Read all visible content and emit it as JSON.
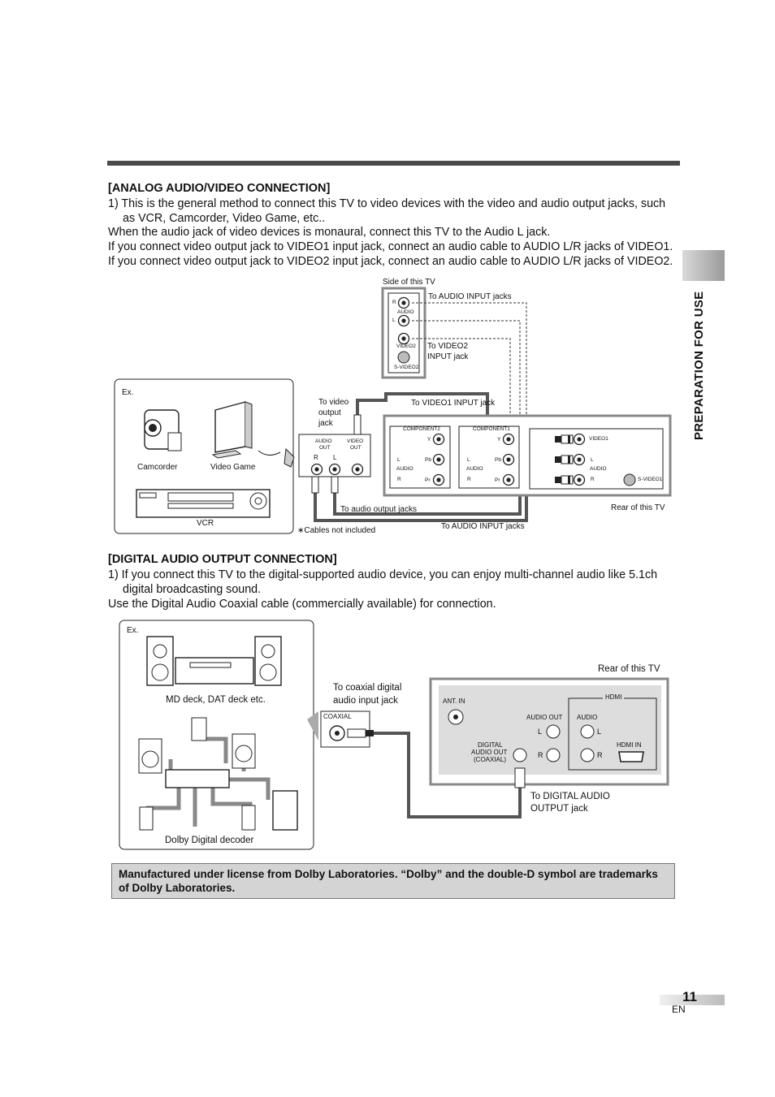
{
  "side_label": "PREPARATION FOR USE",
  "analog": {
    "heading": "[ANALOG AUDIO/VIDEO CONNECTION]",
    "item1_line1": "1) This is the general method to connect this TV to video devices with the video and audio output jacks, such",
    "item1_line2": "as VCR, Camcorder, Video Game, etc..",
    "line3": "When the audio jack of video devices is monaural, connect this TV to the Audio L jack.",
    "line4": "If you connect video output jack to VIDEO1 input jack, connect an audio cable to AUDIO L/R jacks of VIDEO1.",
    "line5": "If you connect video output jack to VIDEO2 input jack, connect an audio cable to AUDIO L/R jacks of VIDEO2."
  },
  "diagram1": {
    "side_of_tv": "Side of this TV",
    "to_audio_input_jacks": "To AUDIO INPUT jacks",
    "to_video2_l1": "To VIDEO2",
    "to_video2_l2": "INPUT jack",
    "ex": "Ex.",
    "camcorder": "Camcorder",
    "video_game": "Video Game",
    "vcr": "VCR",
    "to_video_out_l1": "To video",
    "to_video_out_l2": "output",
    "to_video_out_l3": "jack",
    "to_video1_input": "To VIDEO1 INPUT jack",
    "audio_out_l1": "AUDIO",
    "audio_out_l2": "OUT",
    "video_out_l1": "VIDEO",
    "video_out_l2": "OUT",
    "r": "R",
    "l": "L",
    "to_audio_output": "To audio output jacks",
    "cables_not_included": "∗Cables not included",
    "to_audio_input_bottom": "To AUDIO INPUT jacks",
    "rear_of_tv": "Rear of this TV",
    "component2": "COMPONENT2",
    "component1": "COMPONENT1",
    "video1": "VIDEO1",
    "s_video1": "S-VIDEO1",
    "audio": "AUDIO",
    "y": "Y",
    "pb": "Pb",
    "pr": "Pr",
    "video2": "VIDEO2",
    "s_video2": "S-VIDEO2"
  },
  "digital": {
    "heading": "[DIGITAL AUDIO OUTPUT CONNECTION]",
    "item1_line1": "1) If you connect this TV to the digital-supported audio device, you can enjoy multi-channel audio like 5.1ch",
    "item1_line2": "digital broadcasting sound.",
    "line3": "Use the Digital Audio Coaxial cable (commercially available) for connection."
  },
  "diagram2": {
    "ex": "Ex.",
    "md_deck": "MD deck, DAT deck etc.",
    "dolby_decoder": "Dolby Digital decoder",
    "to_coaxial_l1": "To coaxial digital",
    "to_coaxial_l2": "audio input jack",
    "coaxial": "COAXIAL",
    "rear_of_tv": "Rear of this TV",
    "ant_in": "ANT. IN",
    "hdmi": "HDMI",
    "audio_out": "AUDIO OUT",
    "audio": "AUDIO",
    "hdmi_in": "HDMI IN",
    "digital_l1": "DIGITAL",
    "digital_l2": "AUDIO OUT",
    "digital_l3": "(COAXIAL)",
    "l": "L",
    "r": "R",
    "to_digital_l1": "To DIGITAL AUDIO",
    "to_digital_l2": "OUTPUT jack"
  },
  "notice": "Manufactured under license from Dolby Laboratories. “Dolby” and the double-D symbol are trademarks of Dolby Laboratories.",
  "page": {
    "number": "11",
    "lang": "EN"
  }
}
